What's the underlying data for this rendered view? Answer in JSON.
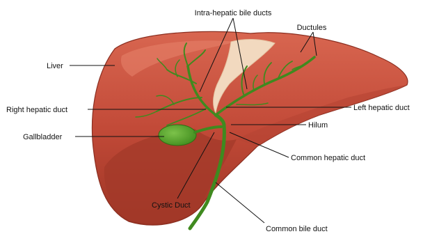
{
  "labels": {
    "intrahepatic": "Intra-hepatic bile ducts",
    "ductules": "Ductules",
    "liver": "Liver",
    "right_hepatic": "Right hepatic duct",
    "left_hepatic": "Left hepatic duct",
    "gallbladder": "Gallbladder",
    "hilum": "Hilum",
    "common_hepatic": "Common hepatic duct",
    "cystic": "Cystic Duct",
    "common_bile": "Common bile duct"
  },
  "colors": {
    "liver_main": "#c9513f",
    "liver_dark": "#9e3527",
    "liver_light": "#e37a64",
    "ligament": "#f3dcc4",
    "duct": "#3f8a1f",
    "gallbladder": "#5aa82c"
  }
}
